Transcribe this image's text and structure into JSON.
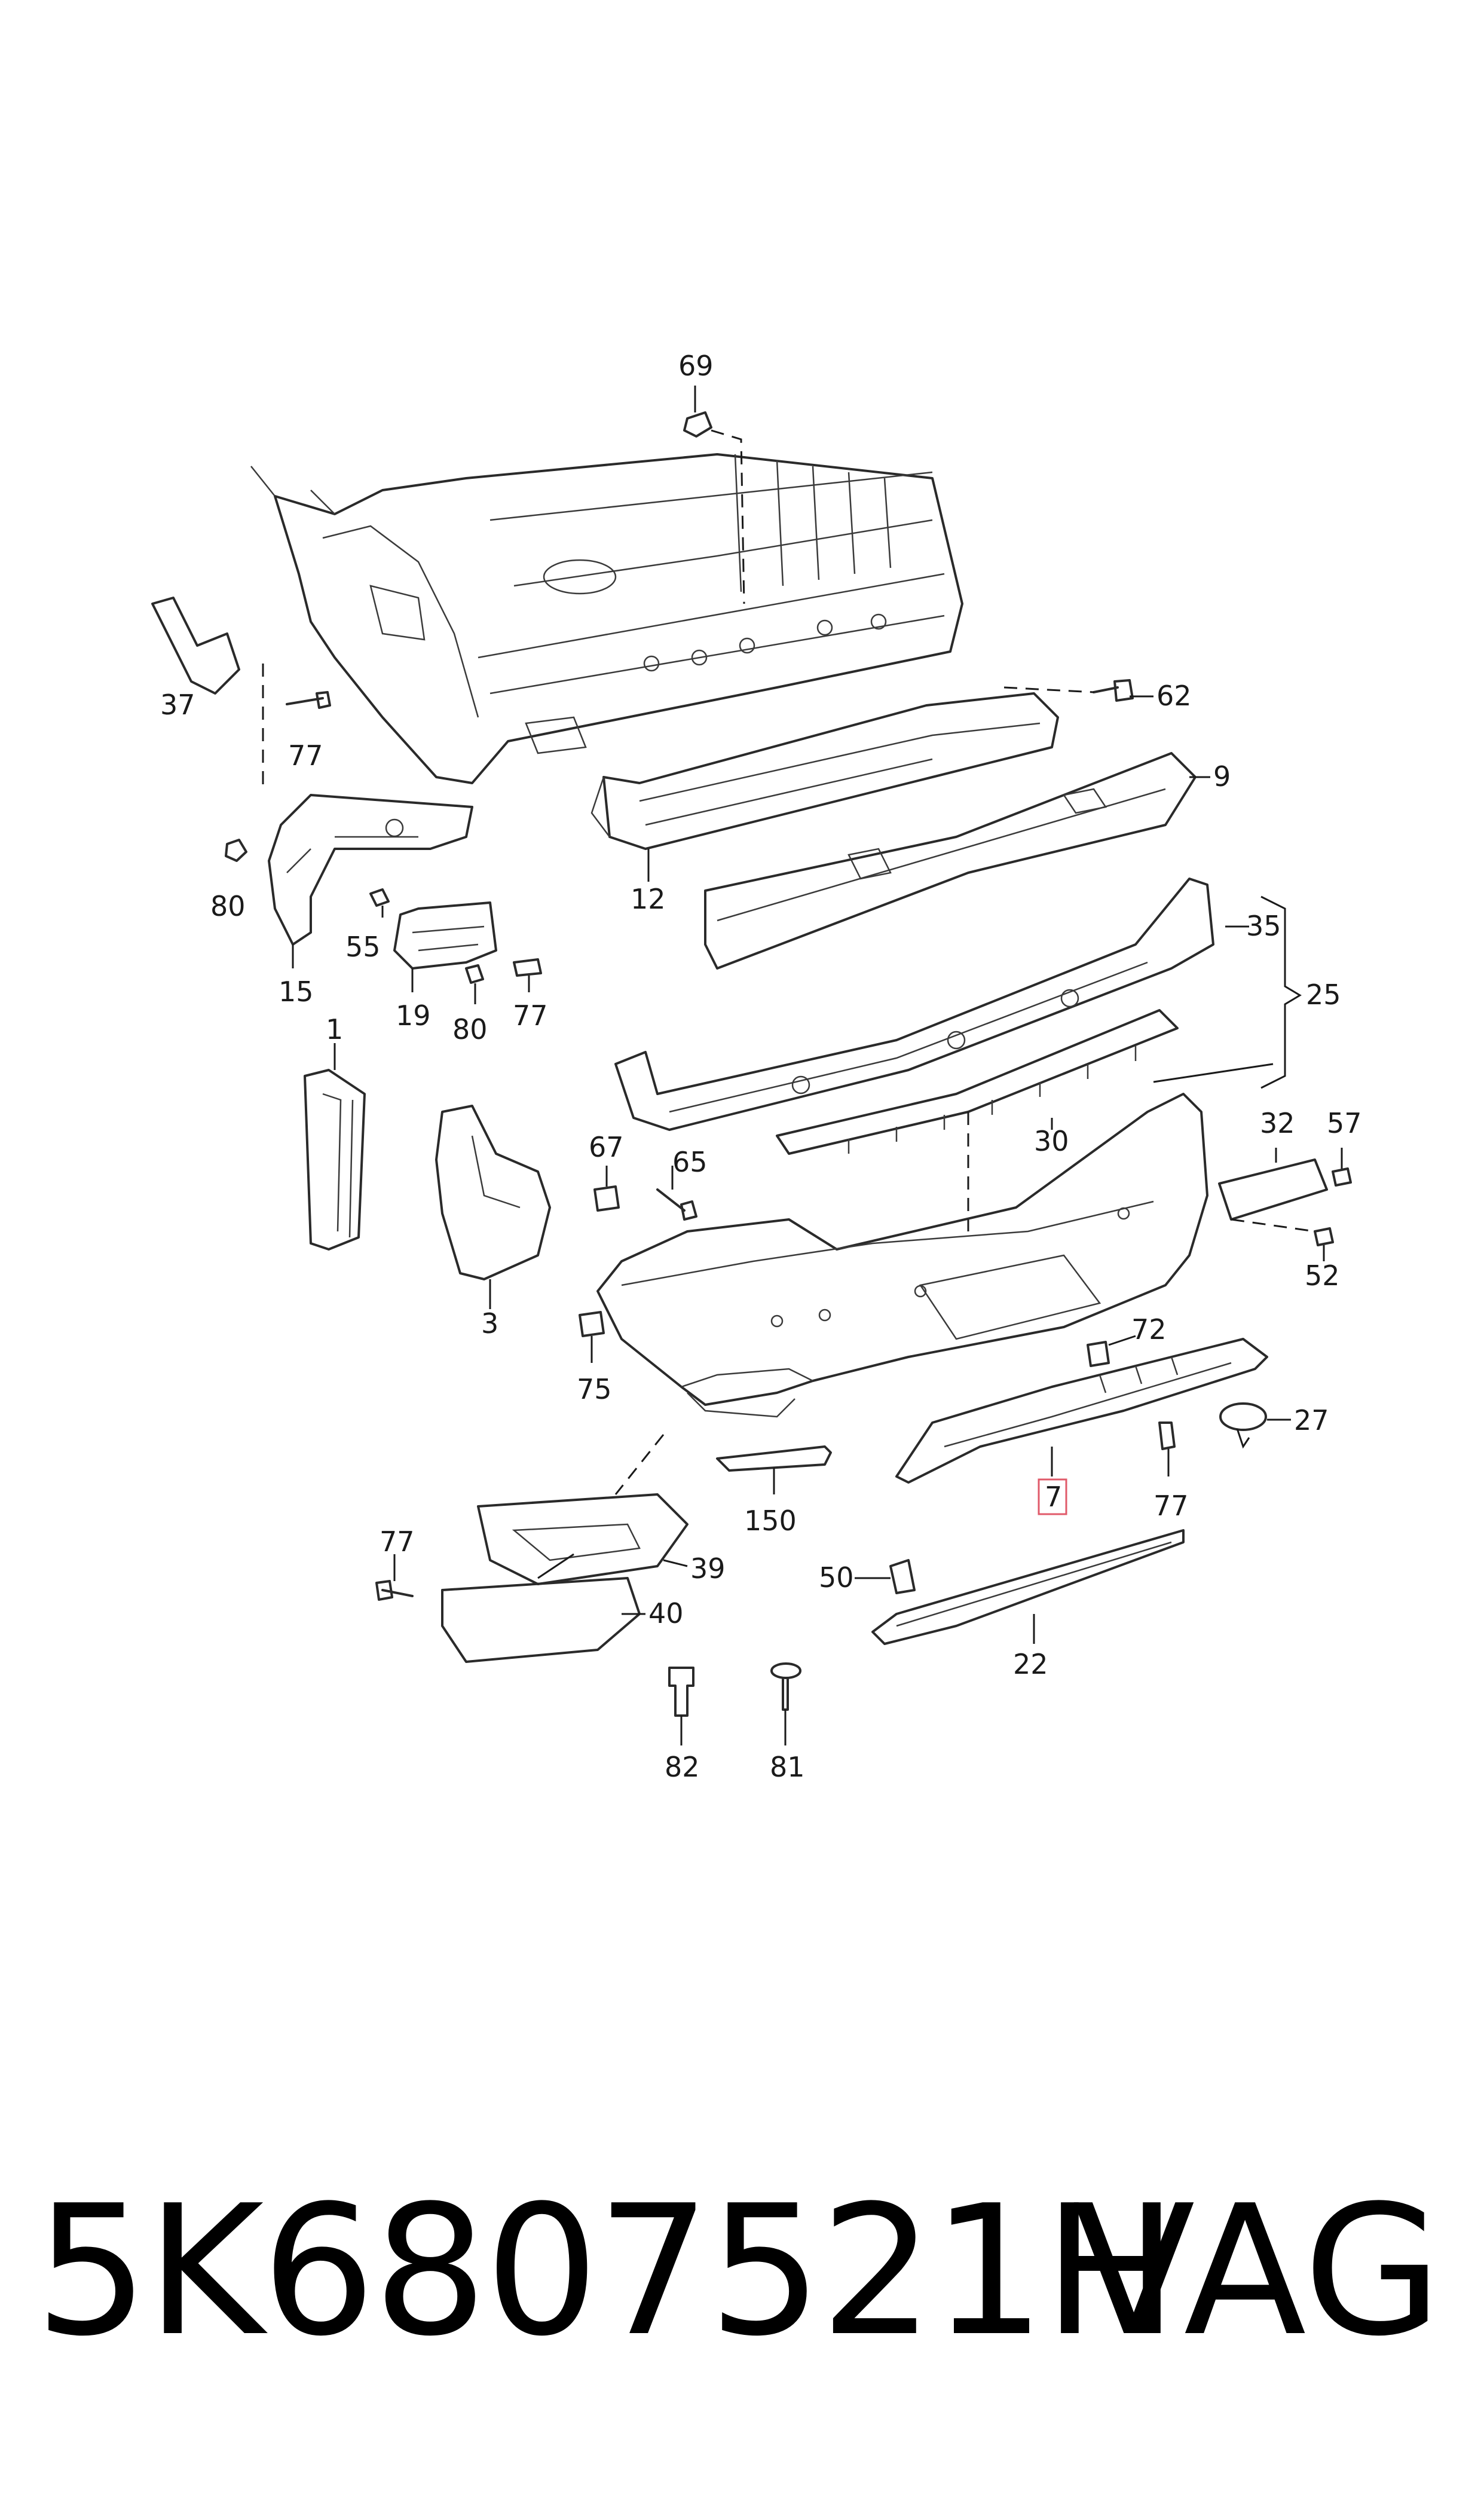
{
  "diagram": {
    "callouts": [
      {
        "id": "c69",
        "label": "69"
      },
      {
        "id": "c62",
        "label": "62"
      },
      {
        "id": "c37",
        "label": "37"
      },
      {
        "id": "c77a",
        "label": "77"
      },
      {
        "id": "c9",
        "label": "9"
      },
      {
        "id": "c80a",
        "label": "80"
      },
      {
        "id": "c12",
        "label": "12"
      },
      {
        "id": "c55",
        "label": "55"
      },
      {
        "id": "c35",
        "label": "35"
      },
      {
        "id": "c15",
        "label": "15"
      },
      {
        "id": "c25",
        "label": "25"
      },
      {
        "id": "c19",
        "label": "19"
      },
      {
        "id": "c80b",
        "label": "80"
      },
      {
        "id": "c77b",
        "label": "77"
      },
      {
        "id": "c1",
        "label": "1"
      },
      {
        "id": "c30",
        "label": "30"
      },
      {
        "id": "c32",
        "label": "32"
      },
      {
        "id": "c57",
        "label": "57"
      },
      {
        "id": "c67",
        "label": "67"
      },
      {
        "id": "c65",
        "label": "65"
      },
      {
        "id": "c52",
        "label": "52"
      },
      {
        "id": "c3",
        "label": "3"
      },
      {
        "id": "c72",
        "label": "72"
      },
      {
        "id": "c75",
        "label": "75"
      },
      {
        "id": "c27",
        "label": "27"
      },
      {
        "id": "c7",
        "label": "7"
      },
      {
        "id": "c150",
        "label": "150"
      },
      {
        "id": "c77c",
        "label": "77"
      },
      {
        "id": "c77d",
        "label": "77"
      },
      {
        "id": "c39",
        "label": "39"
      },
      {
        "id": "c50",
        "label": "50"
      },
      {
        "id": "c40",
        "label": "40"
      },
      {
        "id": "c22",
        "label": "22"
      },
      {
        "id": "c82",
        "label": "82"
      },
      {
        "id": "c81",
        "label": "81"
      }
    ],
    "highlighted_callout": "7"
  },
  "footer": {
    "part_number": "5K6807521H",
    "brand": "VAG"
  }
}
